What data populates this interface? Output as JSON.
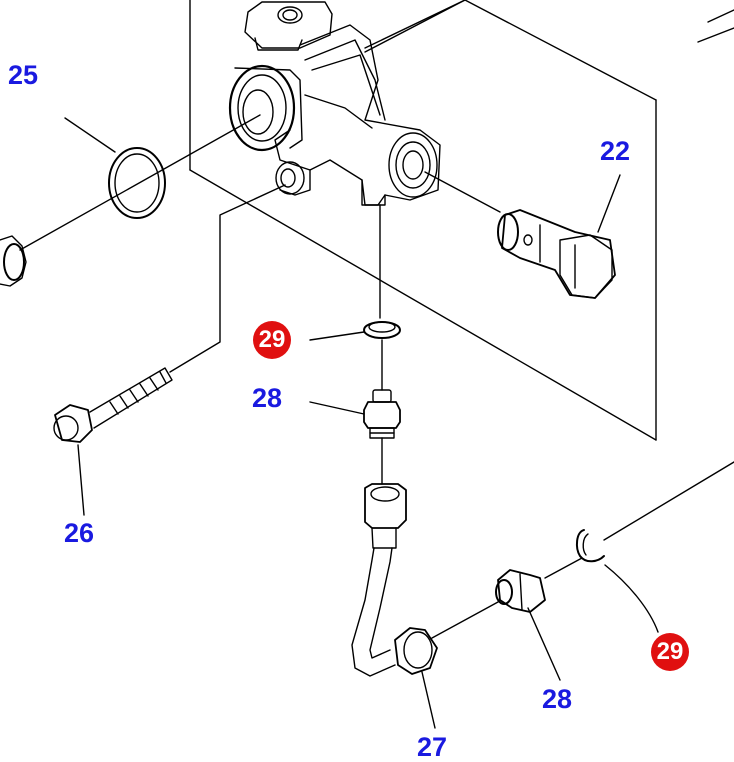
{
  "colors": {
    "label_blue": "#1a1ae0",
    "badge_red": "#e01010",
    "line": "#000000",
    "background": "#ffffff"
  },
  "callouts": {
    "c25": "25",
    "c22": "22",
    "c29_top": "29",
    "c28_top": "28",
    "c26": "26",
    "c27": "27",
    "c28_bottom": "28",
    "c29_bottom": "29"
  }
}
